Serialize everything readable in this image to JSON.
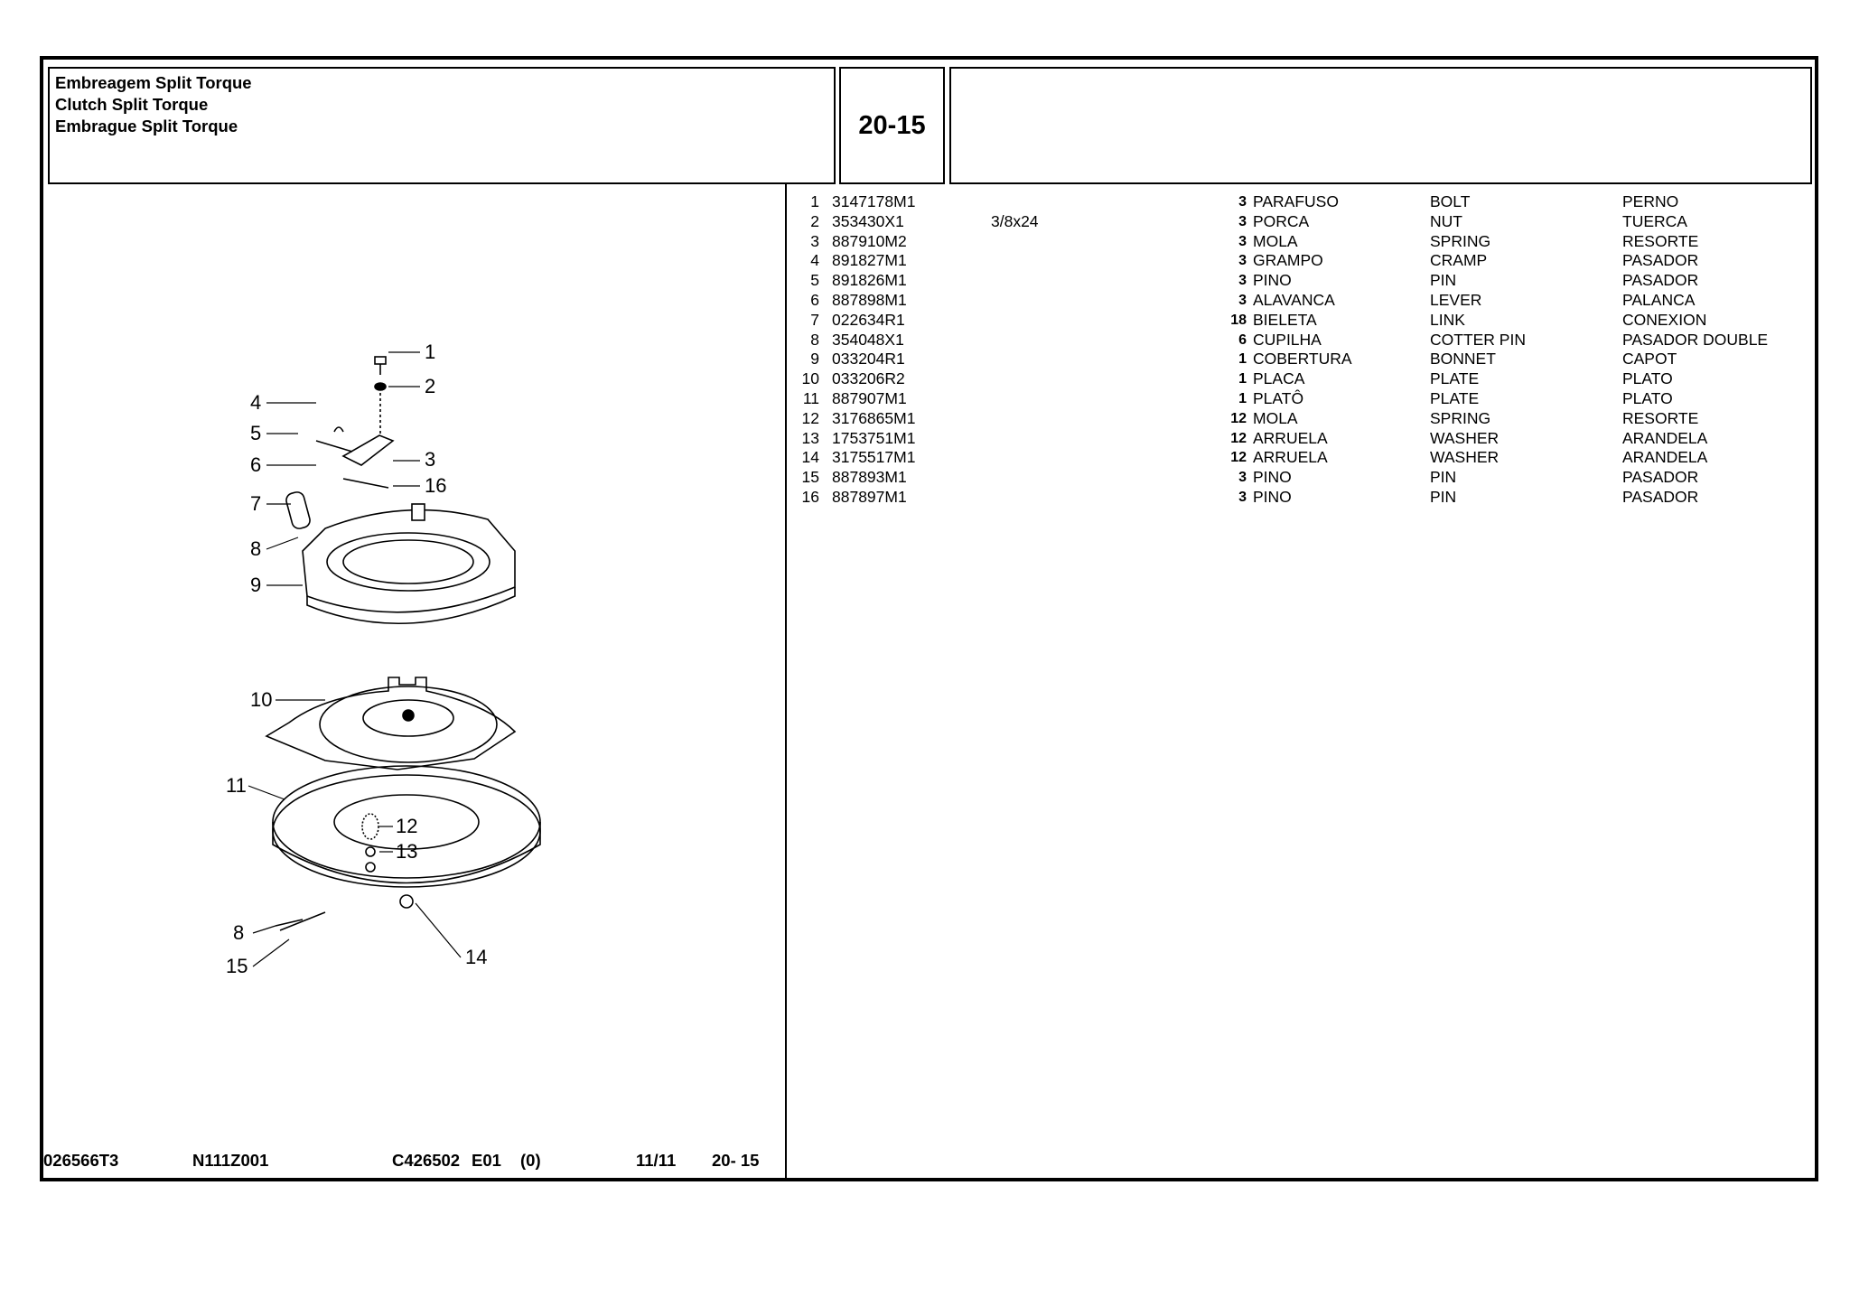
{
  "header": {
    "titles": [
      "Embreagem Split Torque",
      "Clutch Split Torque",
      "Embrague Split Torque"
    ],
    "page_code": "20-15"
  },
  "parts": [
    {
      "num": "1",
      "part": "3147178M1",
      "spec": "",
      "qty": "3",
      "pt": "PARAFUSO",
      "en": "BOLT",
      "es": "PERNO"
    },
    {
      "num": "2",
      "part": "353430X1",
      "spec": "3/8x24",
      "qty": "3",
      "pt": "PORCA",
      "en": "NUT",
      "es": "TUERCA"
    },
    {
      "num": "3",
      "part": "887910M2",
      "spec": "",
      "qty": "3",
      "pt": "MOLA",
      "en": "SPRING",
      "es": "RESORTE"
    },
    {
      "num": "4",
      "part": "891827M1",
      "spec": "",
      "qty": "3",
      "pt": "GRAMPO",
      "en": "CRAMP",
      "es": "PASADOR"
    },
    {
      "num": "5",
      "part": "891826M1",
      "spec": "",
      "qty": "3",
      "pt": "PINO",
      "en": "PIN",
      "es": "PASADOR"
    },
    {
      "num": "6",
      "part": "887898M1",
      "spec": "",
      "qty": "3",
      "pt": "ALAVANCA",
      "en": "LEVER",
      "es": "PALANCA"
    },
    {
      "num": "7",
      "part": "022634R1",
      "spec": "",
      "qty": "18",
      "pt": "BIELETA",
      "en": "LINK",
      "es": "CONEXION"
    },
    {
      "num": "8",
      "part": "354048X1",
      "spec": "",
      "qty": "6",
      "pt": "CUPILHA",
      "en": "COTTER PIN",
      "es": "PASADOR DOUBLE"
    },
    {
      "num": "9",
      "part": "033204R1",
      "spec": "",
      "qty": "1",
      "pt": "COBERTURA",
      "en": "BONNET",
      "es": "CAPOT"
    },
    {
      "num": "10",
      "part": "033206R2",
      "spec": "",
      "qty": "1",
      "pt": "PLACA",
      "en": "PLATE",
      "es": "PLATO"
    },
    {
      "num": "11",
      "part": "887907M1",
      "spec": "",
      "qty": "1",
      "pt": "PLATÔ",
      "en": "PLATE",
      "es": "PLATO"
    },
    {
      "num": "12",
      "part": "3176865M1",
      "spec": "",
      "qty": "12",
      "pt": "MOLA",
      "en": "SPRING",
      "es": "RESORTE"
    },
    {
      "num": "13",
      "part": "1753751M1",
      "spec": "",
      "qty": "12",
      "pt": "ARRUELA",
      "en": "WASHER",
      "es": "ARANDELA"
    },
    {
      "num": "14",
      "part": "3175517M1",
      "spec": "",
      "qty": "12",
      "pt": "ARRUELA",
      "en": "WASHER",
      "es": "ARANDELA"
    },
    {
      "num": "15",
      "part": "887893M1",
      "spec": "",
      "qty": "3",
      "pt": "PINO",
      "en": "PIN",
      "es": "PASADOR"
    },
    {
      "num": "16",
      "part": "887897M1",
      "spec": "",
      "qty": "3",
      "pt": "PINO",
      "en": "PIN",
      "es": "PASADOR"
    }
  ],
  "diagram": {
    "callouts": [
      "1",
      "2",
      "3",
      "4",
      "5",
      "6",
      "7",
      "8",
      "9",
      "10",
      "11",
      "12",
      "13",
      "14",
      "15",
      "16",
      "8"
    ]
  },
  "footer": {
    "doc_code": "026566T3",
    "ref": "N111Z001",
    "catalog": "C426502",
    "edition": "E01",
    "rev": "(0)",
    "page": "11/11",
    "section": "20- 15"
  }
}
